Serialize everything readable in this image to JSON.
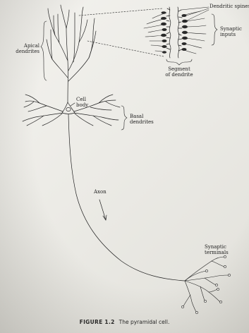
{
  "labels": {
    "dendritic_spines": "Dendritic spines",
    "synaptic_inputs": [
      "Synaptic",
      "inputs"
    ],
    "segment_of_dendrite": [
      "Segment",
      "of dendrite"
    ],
    "apical_dendrites": [
      "Apical",
      "dendrites"
    ],
    "cell_body": [
      "Cell",
      "body"
    ],
    "basal_dendrites": [
      "Basal",
      "dendrites"
    ],
    "axon": "Axon",
    "synaptic_terminals": [
      "Synaptic",
      "terminals"
    ]
  },
  "caption": {
    "number": "FIGURE 1.2",
    "text": "The pyramidal cell."
  }
}
